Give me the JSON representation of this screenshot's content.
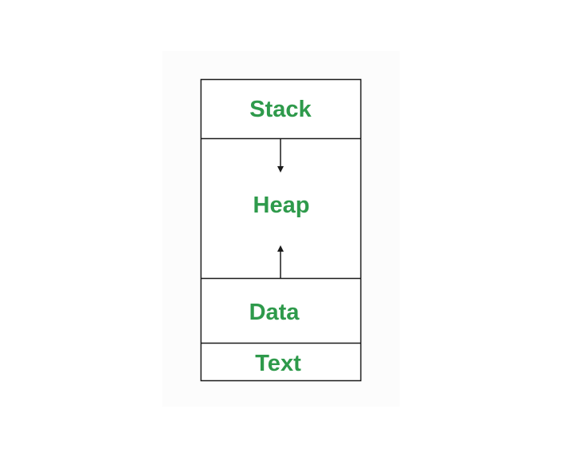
{
  "colors": {
    "label": "#2e9a4b",
    "stroke": "#1a1a1a"
  },
  "segments": [
    {
      "id": "stack",
      "label": "Stack"
    },
    {
      "id": "heap",
      "label": "Heap"
    },
    {
      "id": "data",
      "label": "Data"
    },
    {
      "id": "text",
      "label": "Text"
    }
  ]
}
